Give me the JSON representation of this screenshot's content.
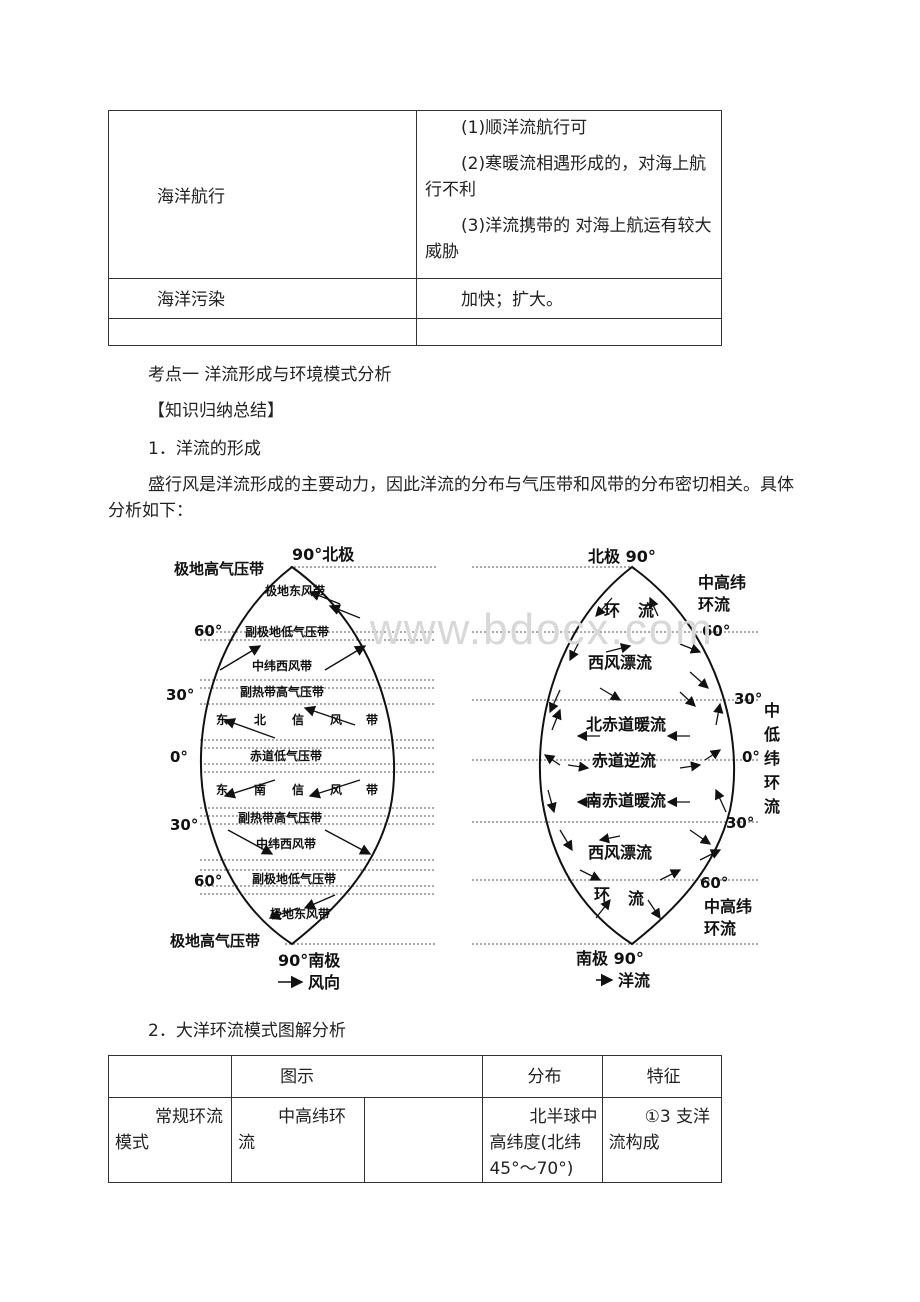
{
  "table1": {
    "row1_label": "海洋航行",
    "row1_items": [
      "(1)顺洋流航行可",
      "(2)寒暖流相遇形成的，对海上航行不利",
      "(3)洋流携带的 对海上航运有较大威胁"
    ],
    "row2_label": "海洋污染",
    "row2_value": "加快；扩大。"
  },
  "section": {
    "heading": "考点一 洋流形成与环境模式分析",
    "subheading": "【知识归纳总结】",
    "item1": "1．洋流的形成",
    "paragraph": "盛行风是洋流形成的主要动力，因此洋流的分布与气压带和风带的分布密切相关。具体分析如下：",
    "item2": "2．大洋环流模式图解分析"
  },
  "figure_left": {
    "top": "90°北极",
    "polar_high_top": "极地高气压带",
    "polar_east_top": "极地东风带",
    "lat60_top": "60°",
    "subpolar_low_top": "副极地低气压带",
    "westerlies_top": "中纬西风带",
    "lat30_top": "30°",
    "subtropical_high_top": "副热带高气压带",
    "ne_trade": [
      "东",
      "北",
      "信",
      "风",
      "带"
    ],
    "lat0": "0°",
    "equatorial_low": "赤道低气压带",
    "se_trade": [
      "东",
      "南",
      "信",
      "风",
      "带"
    ],
    "lat30_bottom": "30°",
    "subtropical_high_bottom": "副热带高气压带",
    "westerlies_bottom": "中纬西风带",
    "lat60_bottom": "60°",
    "subpolar_low_bottom": "副极地低气压带",
    "polar_east_bottom": "极地东风带",
    "polar_high_bottom": "极地高气压带",
    "bottom": "90°南极",
    "legend": "风向"
  },
  "figure_right": {
    "top": "北极 90°",
    "mid_high_top": [
      "中高纬",
      "环流"
    ],
    "gyre_top": [
      "环",
      "流"
    ],
    "lat60_top": "60°",
    "west_wind_drift_top": "西风漂流",
    "lat30_top": "30°",
    "mid_low": [
      "中",
      "低",
      "纬",
      "环",
      "流"
    ],
    "north_equatorial": "北赤道暖流",
    "lat0": "0°",
    "counter_current": "赤道逆流",
    "south_equatorial": "南赤道暖流",
    "lat30_bottom": "30°",
    "west_wind_drift_bottom": "西风漂流",
    "gyre_bottom": [
      "环",
      "流"
    ],
    "lat60_bottom": "60°",
    "mid_high_bottom": [
      "中高纬",
      "环流"
    ],
    "bottom": "南极 90°",
    "legend": "洋流"
  },
  "watermark": "www.bdocx.com",
  "table2": {
    "h_col2": "图示",
    "h_col3": "分布",
    "h_col4": "特征",
    "r_label": "常规环流模式",
    "r_sub": "中高纬环流",
    "r_dist": "北半球中高纬度(北纬 45°～70°)",
    "r_feat": "①3 支洋流构成"
  }
}
